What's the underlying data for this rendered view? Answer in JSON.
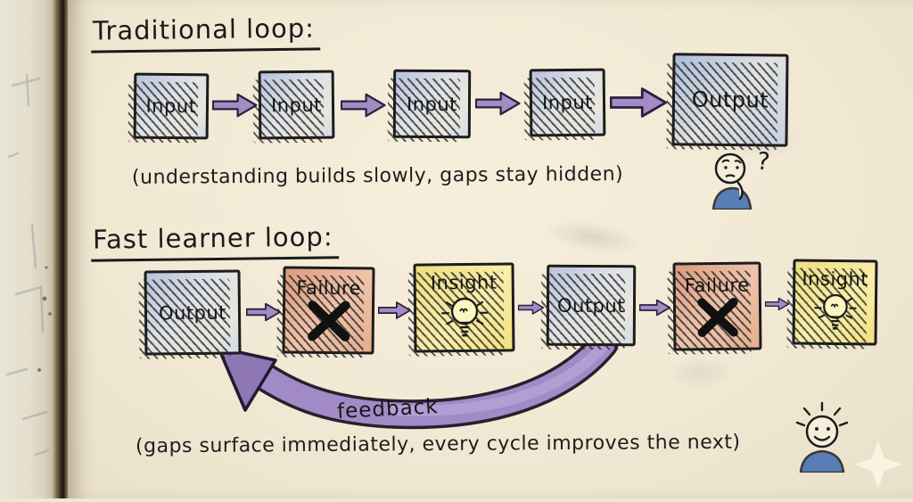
{
  "traditional": {
    "title": "Traditional loop:",
    "boxes": [
      "Input",
      "Input",
      "Input",
      "Input",
      "Output"
    ],
    "caption": "(understanding builds slowly, gaps stay hidden)",
    "annotation": "?"
  },
  "fast": {
    "title": "Fast learner loop:",
    "boxes": [
      "Output",
      "Failure",
      "Insight",
      "Output",
      "Failure",
      "Insight"
    ],
    "feedback_label": "feedback",
    "caption": "(gaps surface immediately, every cycle improves the next)"
  },
  "icons": {
    "arrow": "arrow-right-icon",
    "failure": "x-icon",
    "insight": "lightbulb-icon",
    "thinking": "thinking-person-icon",
    "happy": "happy-person-icon",
    "sparkle": "sparkle-icon"
  },
  "colors": {
    "paper": "#f1e9d4",
    "ink": "#1c1c1c",
    "arrow_purple": "#a58bc4",
    "box_blue": "#c3cde0",
    "box_salmon": "#e8b49a",
    "box_yellow": "#f5e890",
    "person_blue": "#3f6cb0"
  }
}
